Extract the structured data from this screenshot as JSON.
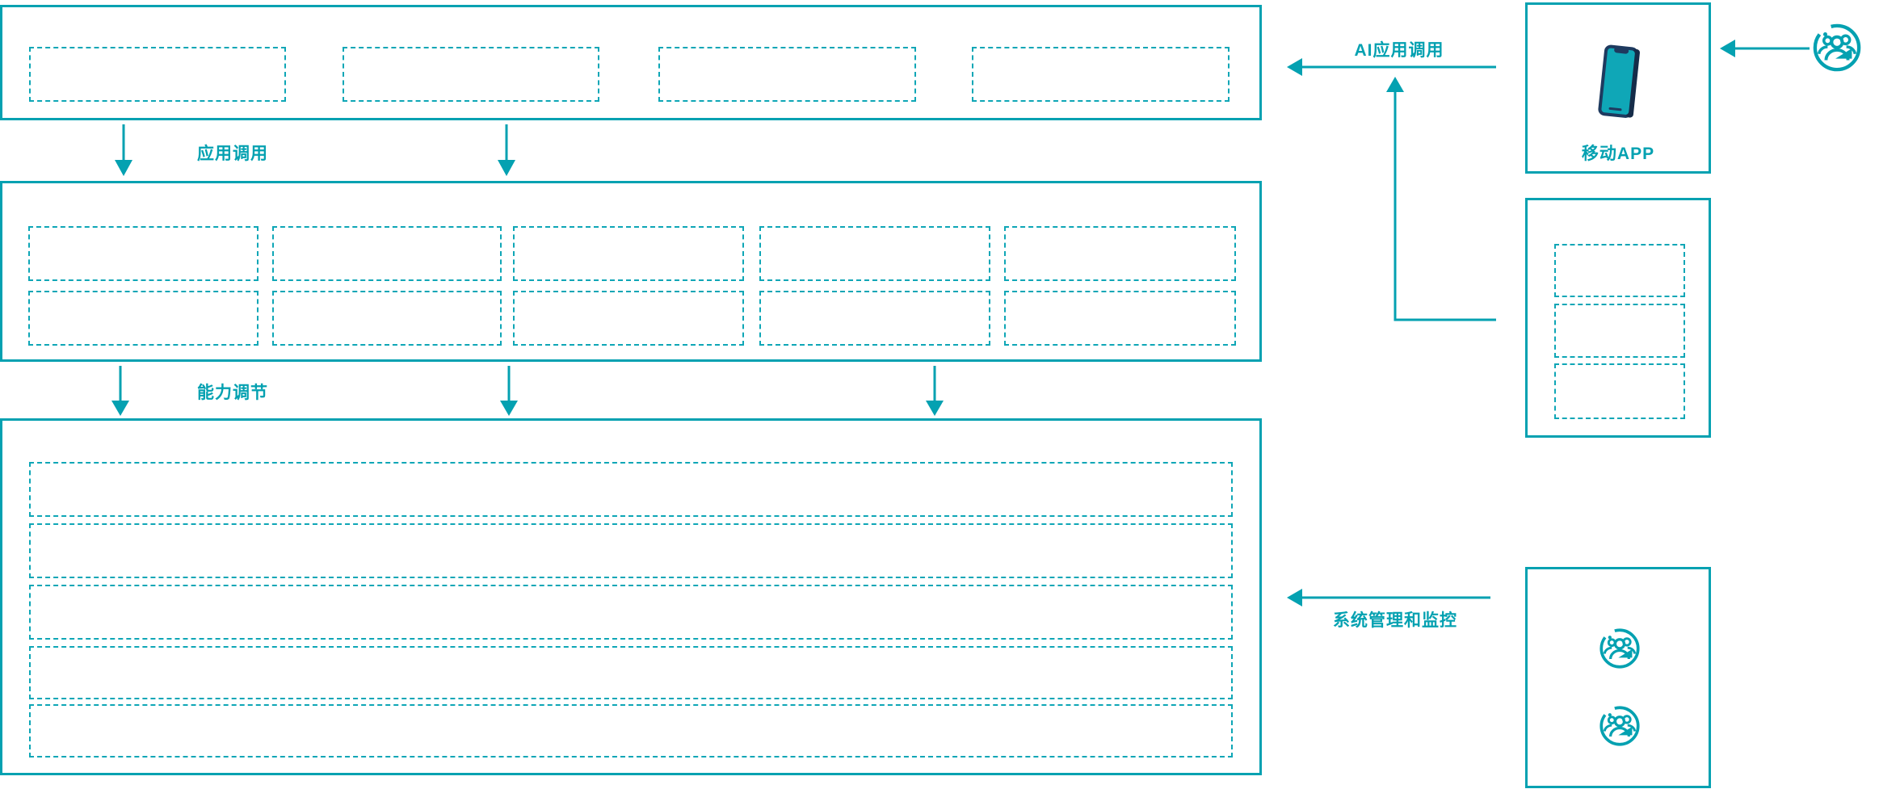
{
  "diagram": {
    "type": "architecture-flow-diagram",
    "colors": {
      "accent_teal": "#04a1b1",
      "dashed_teal": "#0ea6b6",
      "phone_navy": "#1e3a5f",
      "phone_navy_dark": "#152c49",
      "background": "#ffffff"
    },
    "labels": {
      "app_call": "应用调用",
      "capability_adjust": "能力调节",
      "ai_app_call": "AI应用调用",
      "system_monitor": "系统管理和监控",
      "mobile_app": "移动APP"
    },
    "layers": {
      "top": {
        "placeholder_boxes": 4
      },
      "middle": {
        "placeholder_rows": 2,
        "placeholder_cols": 5
      },
      "bottom": {
        "placeholder_rows": 5
      }
    },
    "right_panels": {
      "mobile_panel": {
        "label": "移动APP",
        "icon": "smartphone-icon"
      },
      "module_panel": {
        "placeholder_boxes": 3
      },
      "operator_panel": {
        "icon": "user-group-icon",
        "icon_count": 2
      }
    },
    "external_actor": {
      "icon": "user-group-icon"
    }
  }
}
